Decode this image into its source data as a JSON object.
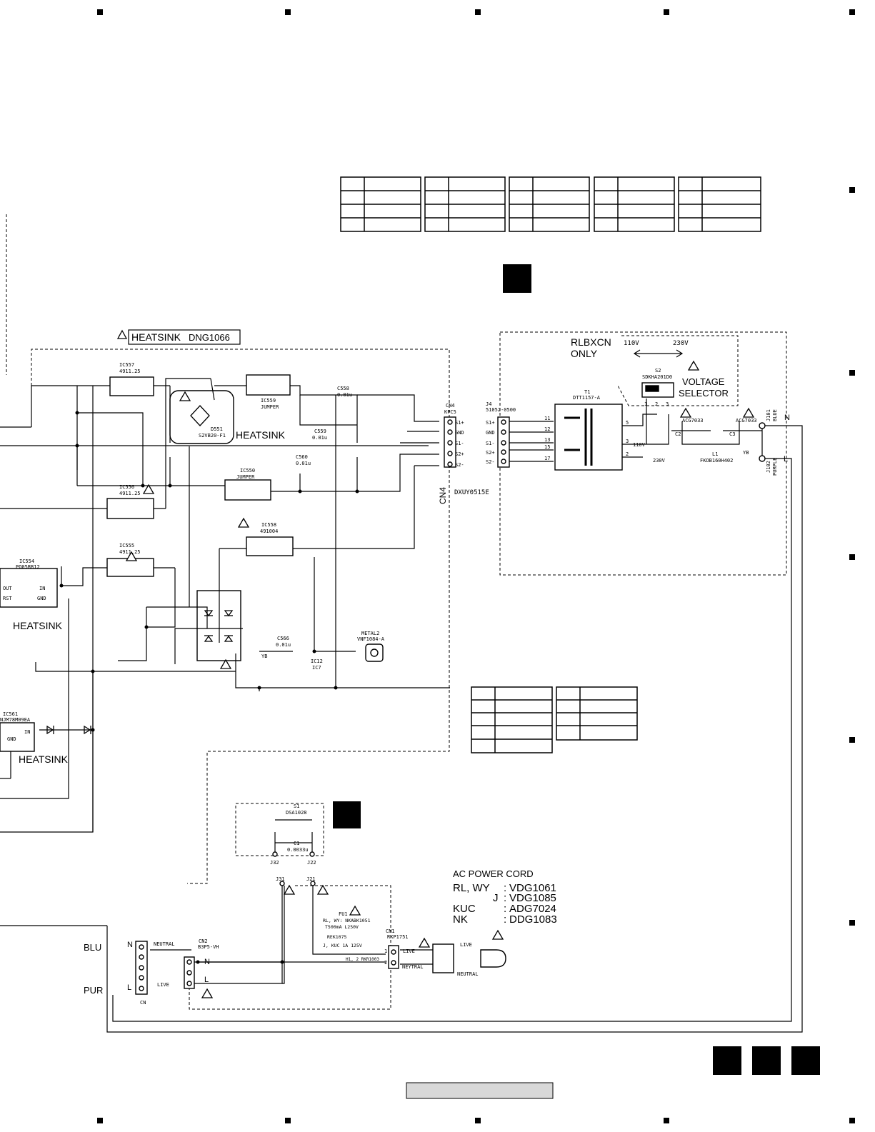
{
  "heatsink_box": {
    "label": "HEATSINK",
    "part": "DNG1066"
  },
  "heatsink_labels": [
    "HEATSINK",
    "HEATSINK",
    "HEATSINK"
  ],
  "ic": {
    "ic557": {
      "ref": "IC557",
      "val": "4911.25"
    },
    "ic559": {
      "ref": "IC559",
      "val": "JUMPER"
    },
    "ic556": {
      "ref": "IC556",
      "val": "4911.25"
    },
    "ic550": {
      "ref": "IC550",
      "val": "JUMPER"
    },
    "ic558": {
      "ref": "IC558",
      "val": "491004"
    },
    "ic555": {
      "ref": "IC555",
      "val": "4911.25"
    },
    "ic554": {
      "ref": "IC554",
      "val": "PQ05RR12",
      "out": "OUT",
      "in": "IN",
      "rst": "RST",
      "gnd": "GND"
    },
    "ic561": {
      "ref": "IC561",
      "val": "NJM78M09EA",
      "in": "IN",
      "gnd": "GND"
    }
  },
  "d551": {
    "ref": "D551",
    "val": "S2VB20-F1"
  },
  "caps": {
    "c558": {
      "ref": "C558",
      "val": "0.01u"
    },
    "c559": {
      "ref": "C559",
      "val": "0.01u"
    },
    "c560": {
      "ref": "C560",
      "val": "0.01u"
    },
    "c566": {
      "ref": "C566",
      "val": "0.01u"
    },
    "c1": {
      "ref": "C1",
      "val": "0.0033u"
    }
  },
  "cn4": {
    "ref": "CN4",
    "part": "KPC5",
    "pins": [
      "S1+",
      "GND",
      "S1-",
      "S2+",
      "S2-"
    ],
    "side": "CN4",
    "code": "DXUY0515E"
  },
  "j4": {
    "ref": "J4",
    "part": "51052-0500",
    "pins": [
      "S1+",
      "GND",
      "S1-",
      "S2+",
      "S2-"
    ]
  },
  "t1": {
    "ref": "T1",
    "part": "DTT1157-A",
    "pins": [
      "11",
      "12",
      "13",
      "15",
      "17"
    ],
    "sec": [
      "5",
      "3",
      "2"
    ],
    "v110": "110V",
    "v230": "230V"
  },
  "rlbxcn": {
    "line1": "RLBXCN",
    "line2": "ONLY",
    "v110": "110V",
    "v230": "230V"
  },
  "s2": {
    "ref": "S2",
    "part": "SDKHA201D0",
    "label1": "VOLTAGE",
    "label2": "SELECTOR",
    "pins": [
      "1",
      "2",
      "3"
    ]
  },
  "line_filter": {
    "c2": "C2",
    "c3": "C3",
    "ac1": "ACG7033",
    "ac2": "ACG7033",
    "l1": "L1",
    "l1part": "FKOB160H402",
    "yb": "YB"
  },
  "jacks": {
    "j101": "J101",
    "blue": "BLUE",
    "n": "N",
    "j102": "J102",
    "purple": "PURPLE",
    "l": "L"
  },
  "metal2": {
    "ref": "METAL2",
    "part": "VNF1084-A"
  },
  "s1": {
    "ref": "S1",
    "part": "DSA1028",
    "j32": "J32",
    "j22": "J22"
  },
  "j31": "J31",
  "j21": "J21",
  "fu1": {
    "ref": "FU1",
    "l1": "RL, WY: NKABK1051",
    "l2": "T500mA L250V",
    "l3": "REK1075",
    "l4": "J, KUC 1A 125V",
    "h": "H1, 2  RKR1003"
  },
  "cn1": {
    "ref": "CN1",
    "part": "RKP1751",
    "live": "LIVE",
    "neutral": "NEYTRAL",
    "p1": "1",
    "p2": "2"
  },
  "cn2": {
    "ref": "CN2",
    "part": "B3P5-VH",
    "n": "N",
    "l": "L"
  },
  "cn": {
    "ref": "CN",
    "neutral": "NEUTRAL",
    "live": "LIVE",
    "blu": "BLU",
    "pur": "PUR",
    "n": "N",
    "l": "L"
  },
  "plug": {
    "live": "LIVE",
    "neutral": "NEUTRAL"
  },
  "power_cord": {
    "title": "AC POWER CORD",
    "rows": [
      {
        "region": "RL, WY",
        "part": "VDG1061"
      },
      {
        "region": "J",
        "part": "VDG1085"
      },
      {
        "region": "KUC",
        "part": "ADG7024"
      },
      {
        "region": "NK",
        "part": "DDG1083"
      }
    ]
  },
  "small_labels": {
    "ic7": "IC7",
    "ic12": "IC12",
    "yb": "YB"
  }
}
